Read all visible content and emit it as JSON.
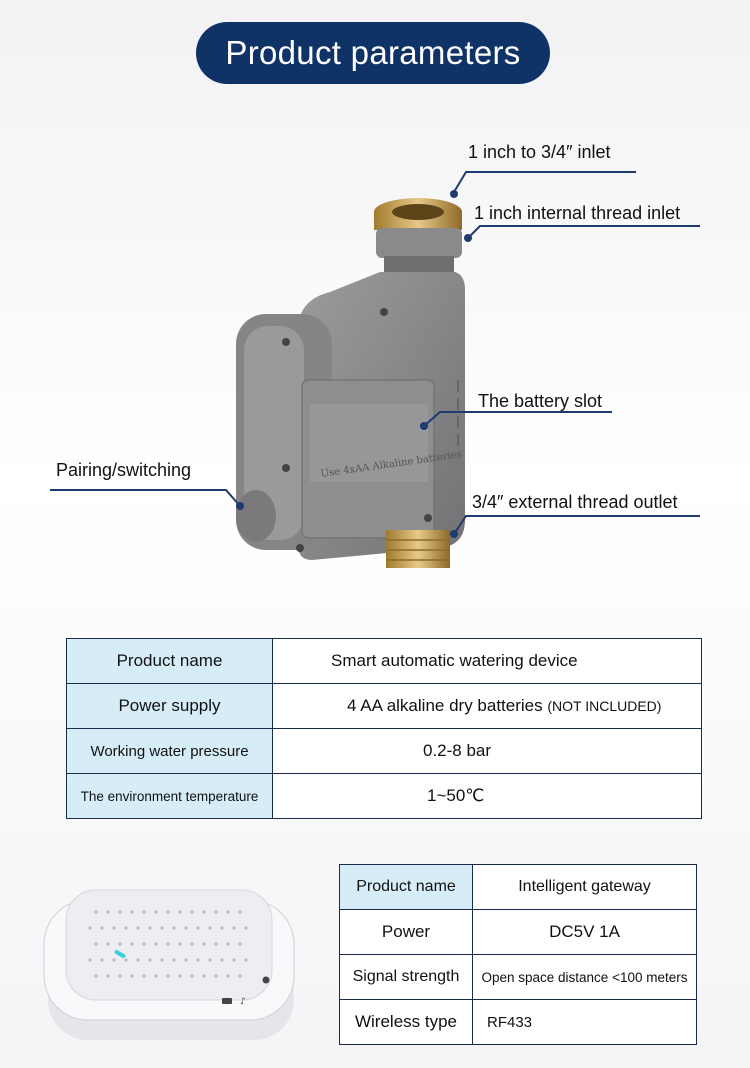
{
  "title": "Product parameters",
  "annotations": {
    "inlet": "1 inch to 3/4″ inlet",
    "internal_thread": "1 inch internal thread inlet",
    "battery_slot": "The battery slot",
    "pairing": "Pairing/switching",
    "outlet": "3/4″ external thread outlet",
    "device_cover_text": "Use 4xAA Alkaline batteries"
  },
  "device_table": {
    "rows": [
      {
        "label": "Product name",
        "value": "Smart automatic watering device"
      },
      {
        "label": "Power supply",
        "value": "4 AA alkaline dry batteries",
        "note": "(NOT INCLUDED)"
      },
      {
        "label": "Working water pressure",
        "value": "0.2-8 bar"
      },
      {
        "label": "The environment temperature",
        "value": "1~50℃"
      }
    ]
  },
  "gateway_table": {
    "rows": [
      {
        "label": "Product name",
        "value": "Intelligent gateway"
      },
      {
        "label": "Power",
        "value": "DC5V 1A"
      },
      {
        "label": "Signal strength",
        "value": "Open space distance <100 meters"
      },
      {
        "label": "Wireless type",
        "value": "RF433"
      }
    ]
  },
  "colors": {
    "title_bg": "#0f3366",
    "label_cell": "#d6edf8",
    "border": "#1a2b4c",
    "callout": "#1e3a6e"
  }
}
